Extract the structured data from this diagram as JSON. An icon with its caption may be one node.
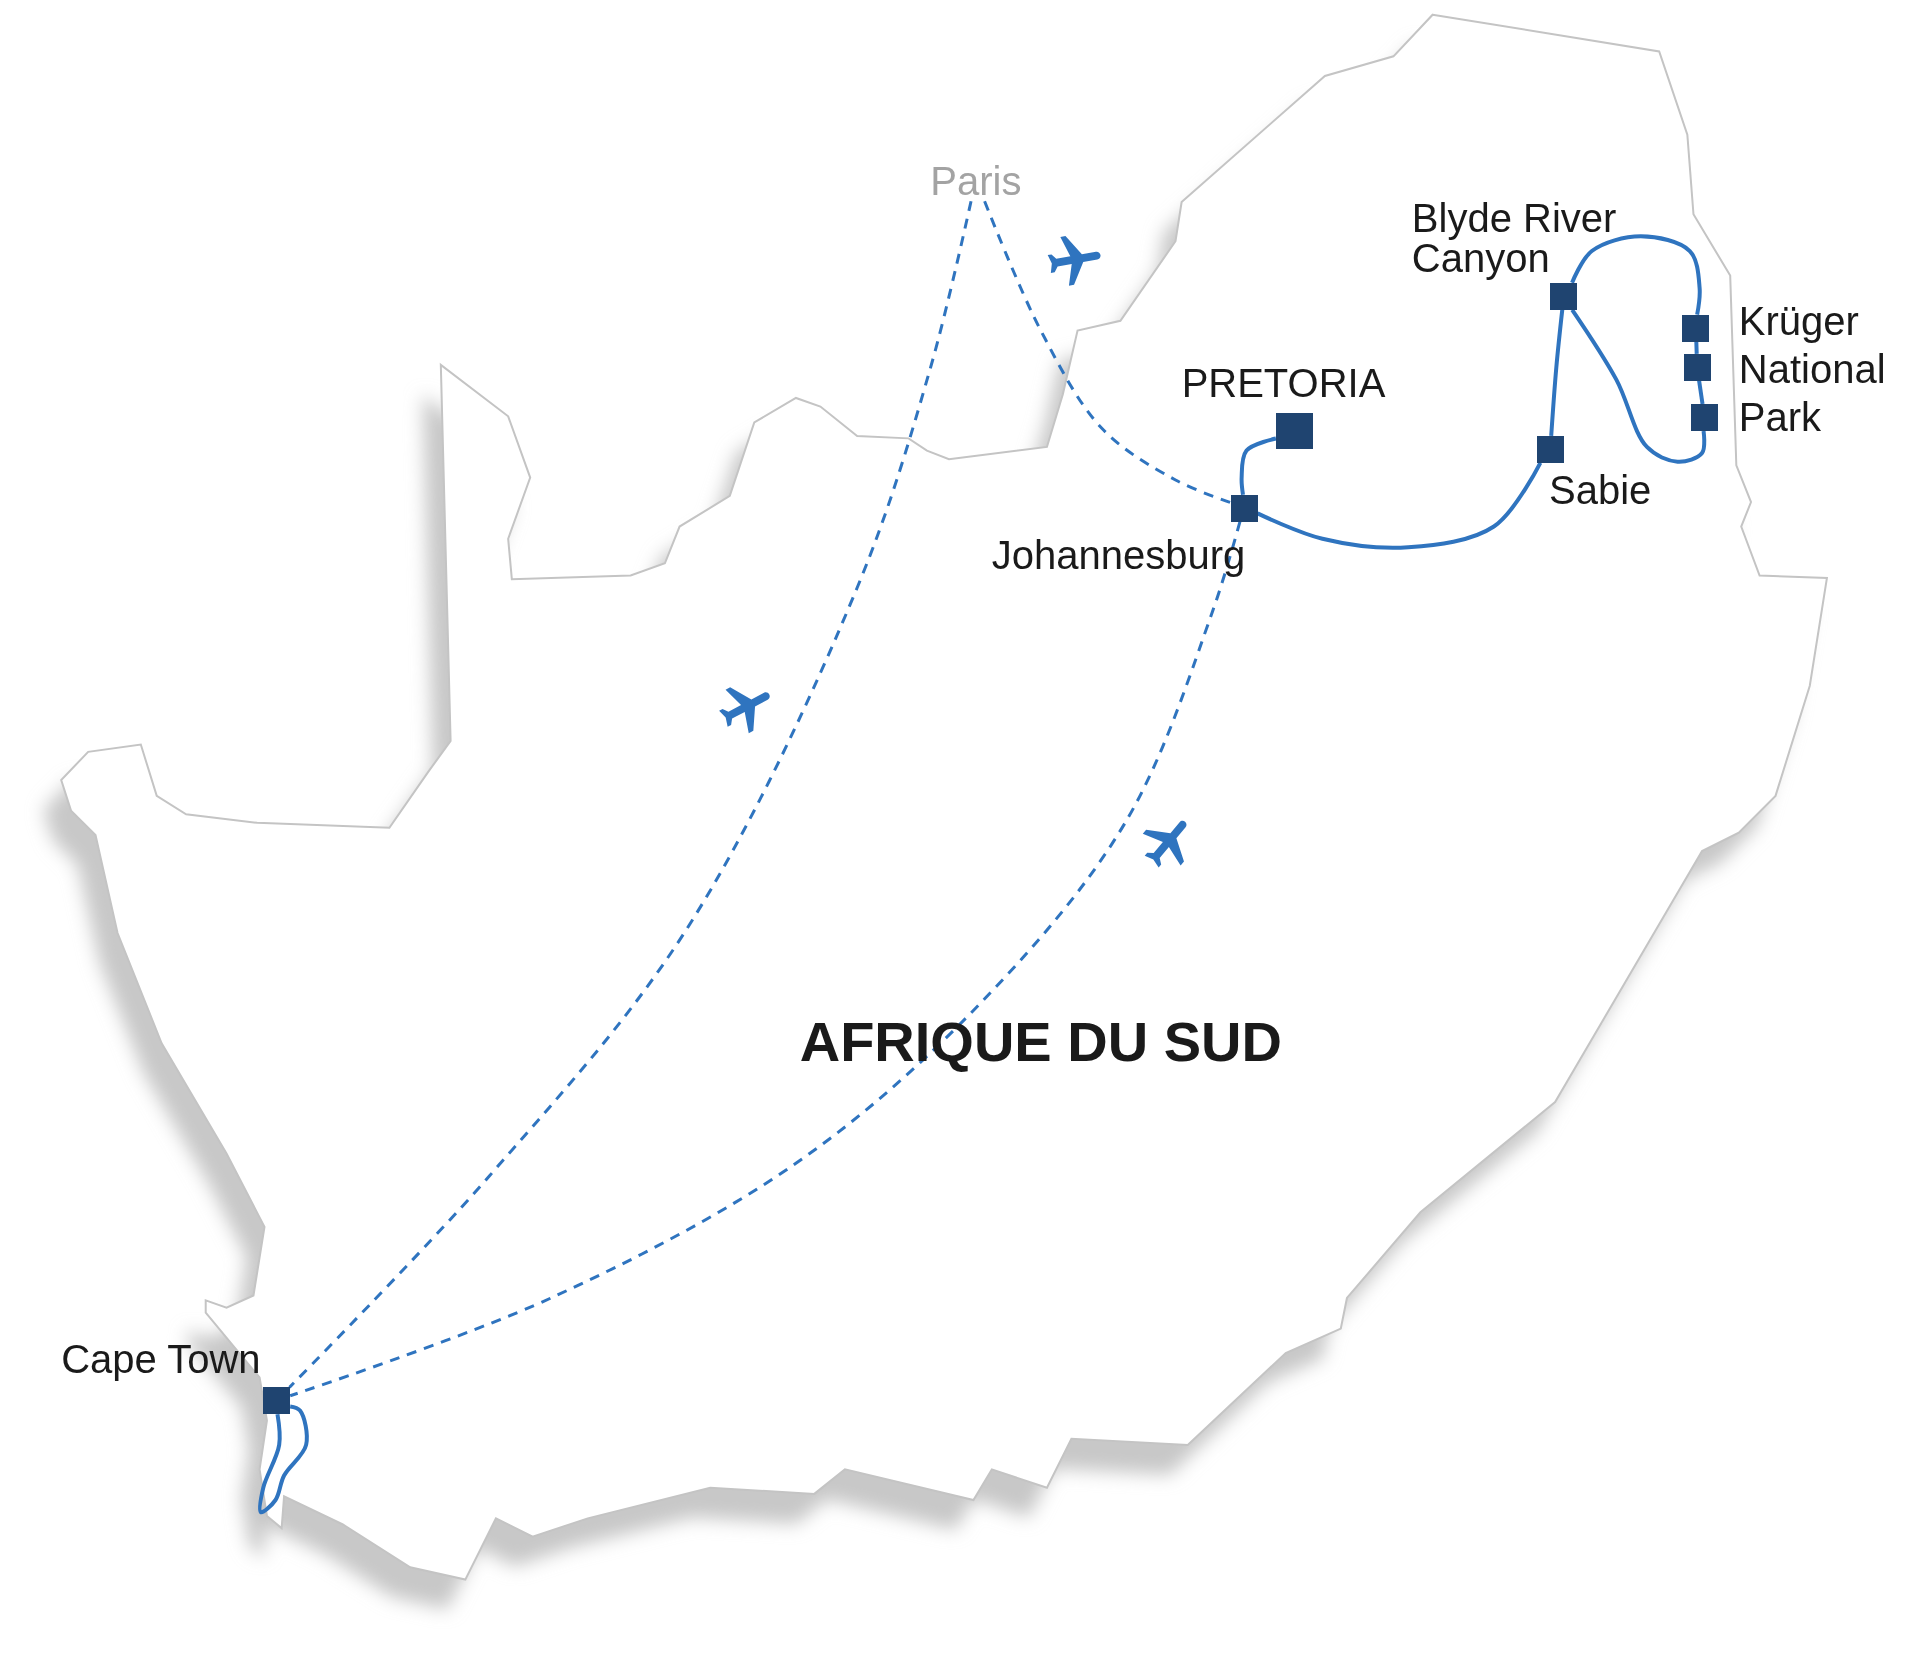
{
  "diagram": {
    "nodes": [
      {
        "text": [
          "Paris"
        ]
      },
      {
        "text": [],
        "shape": "box",
        "beside": [
          "Blyde River Canyon"
        ]
      },
      {
        "text": [],
        "shape": "box"
      },
      {
        "text": [],
        "shape": "box",
        "beside": [
          "Krüger National Park"
        ]
      },
      {
        "text": [],
        "shape": "box"
      },
      {
        "text": [],
        "shape": "box",
        "beside": [
          "PRETORIA"
        ]
      },
      {
        "text": [],
        "shape": "box",
        "beside": [
          "Sabie"
        ]
      },
      {
        "text": [],
        "shape": "box",
        "beside": [
          "Johannesburg"
        ]
      },
      {
        "text": [],
        "shape": "box",
        "beside": [
          "Cape Town"
        ]
      }
    ],
    "edges": [
      {
        "from": 0,
        "to": 8,
        "arrow": "none",
        "style": "dashed"
      },
      {
        "from": 0,
        "to": 7,
        "arrow": "none",
        "style": "dashed"
      },
      {
        "from": 7,
        "to": 8,
        "arrow": "none",
        "style": "dashed"
      },
      {
        "from": 8,
        "to": 8,
        "arrow": "none"
      },
      {
        "from": 5,
        "to": 7,
        "arrow": "none"
      },
      {
        "from": 7,
        "to": 6,
        "arrow": "none"
      },
      {
        "from": 6,
        "to": 1,
        "arrow": "none"
      },
      {
        "from": 1,
        "to": 2,
        "arrow": "none"
      },
      {
        "from": 2,
        "to": 3,
        "arrow": "none"
      },
      {
        "from": 3,
        "to": 4,
        "arrow": "none"
      },
      {
        "from": 4,
        "to": 1,
        "arrow": "none"
      }
    ],
    "labels": [
      "AFRIQUE DU SUD"
    ]
  }
}
